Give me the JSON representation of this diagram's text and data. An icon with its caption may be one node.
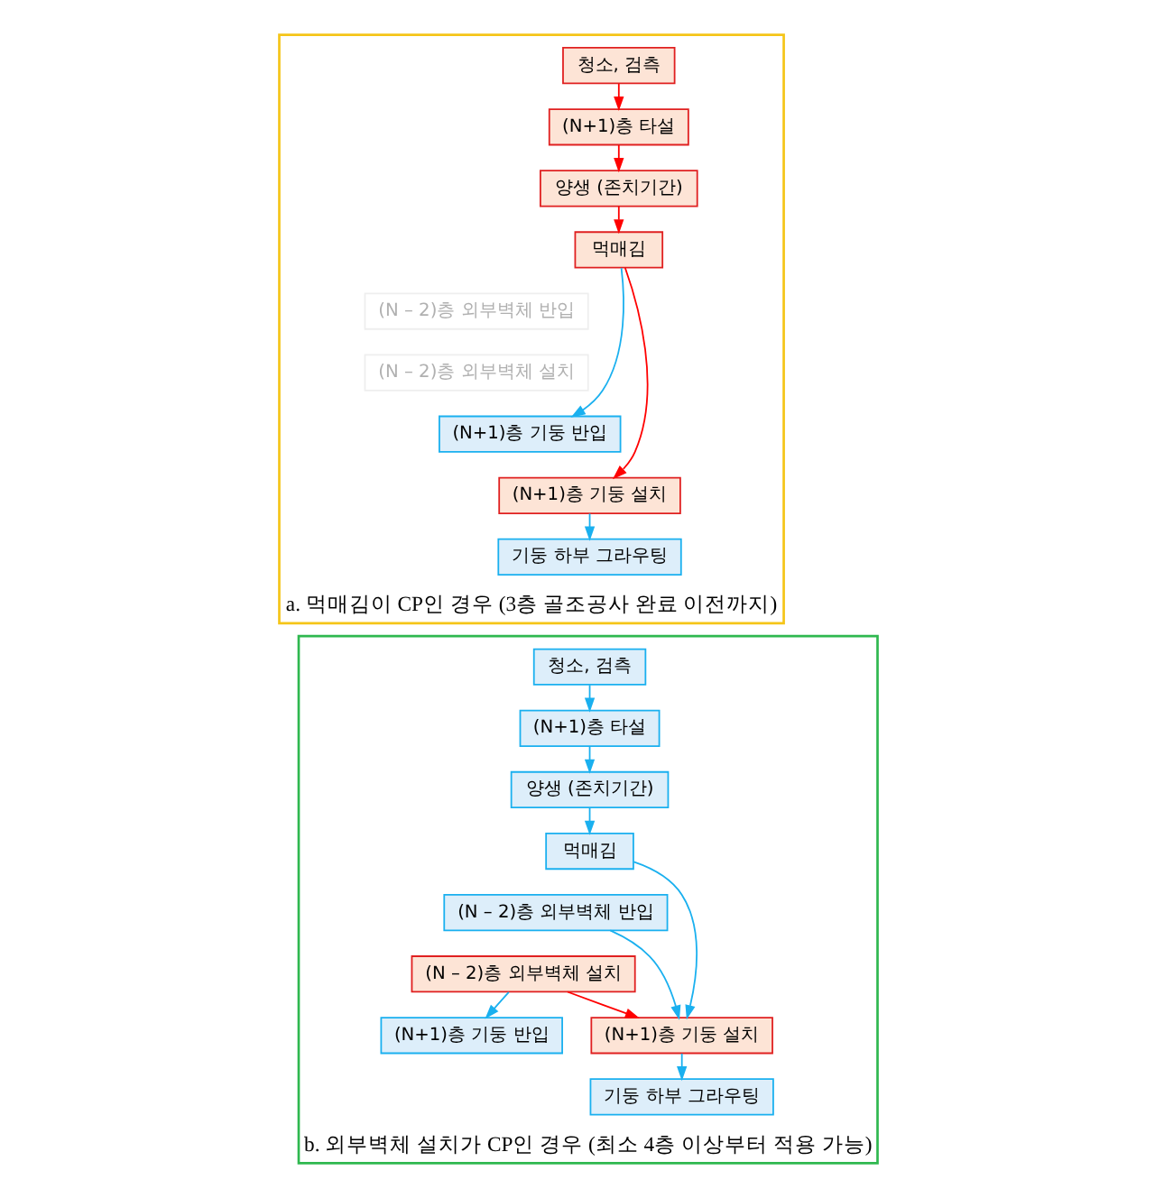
{
  "diagram": {
    "nodes": [
      {
        "text": [
          "a. 먹매김이 CP인 경우 (3층 골조공사 완료 이전까지)"
        ]
      },
      {
        "text": [
          "청소, 검측"
        ],
        "in": 0
      },
      {
        "text": [
          "(N+1)층 타설"
        ],
        "in": 0
      },
      {
        "text": [
          "양생 (존치기간)"
        ],
        "in": 0
      },
      {
        "text": [
          "먹매김"
        ],
        "in": 0
      },
      {
        "text": [
          "(N – 2)층 외부벽체 반입"
        ],
        "in": 0
      },
      {
        "text": [
          "(N – 2)층 외부벽체 설치"
        ],
        "in": 0
      },
      {
        "text": [
          "(N+1)층 기둥 반입"
        ],
        "in": 0
      },
      {
        "text": [
          "(N+1)층 기둥 설치"
        ],
        "in": 0
      },
      {
        "text": [
          "기둥 하부 그라우팅"
        ],
        "in": 0
      },
      {
        "text": [
          "b. 외부벽체 설치가 CP인 경우 (최소 4층 이상부터 적용 가능)"
        ]
      },
      {
        "text": [
          "청소, 검측"
        ],
        "in": 10
      },
      {
        "text": [
          "(N+1)층 타설"
        ],
        "in": 10
      },
      {
        "text": [
          "양생 (존치기간)"
        ],
        "in": 10
      },
      {
        "text": [
          "먹매김"
        ],
        "in": 10
      },
      {
        "text": [
          "(N – 2)층 외부벽체 반입"
        ],
        "in": 10
      },
      {
        "text": [
          "(N – 2)층 외부벽체 설치"
        ],
        "in": 10
      },
      {
        "text": [
          "(N+1)층 기둥 반입"
        ],
        "in": 10
      },
      {
        "text": [
          "(N+1)층 기둥 설치"
        ],
        "in": 10
      },
      {
        "text": [
          "기둥 하부 그라우팅"
        ],
        "in": 10
      }
    ],
    "edges": [
      {
        "from": 1,
        "to": 2,
        "arrow": "to",
        "color": "#ff0000"
      },
      {
        "from": 2,
        "to": 3,
        "arrow": "to",
        "color": "#ff0000"
      },
      {
        "from": 3,
        "to": 4,
        "arrow": "to",
        "color": "#ff0000"
      },
      {
        "from": 4,
        "to": 7,
        "arrow": "to"
      },
      {
        "from": 4,
        "to": 8,
        "arrow": "to",
        "color": "#ff0000"
      },
      {
        "from": 8,
        "to": 9,
        "arrow": "to"
      },
      {
        "from": 11,
        "to": 12,
        "arrow": "to"
      },
      {
        "from": 12,
        "to": 13,
        "arrow": "to"
      },
      {
        "from": 13,
        "to": 14,
        "arrow": "to"
      },
      {
        "from": 14,
        "to": 18,
        "arrow": "to"
      },
      {
        "from": 15,
        "to": 18,
        "arrow": "to"
      },
      {
        "from": 16,
        "to": 17,
        "arrow": "to"
      },
      {
        "from": 16,
        "to": 18,
        "arrow": "to",
        "color": "#ff0000"
      },
      {
        "from": 18,
        "to": 19,
        "arrow": "to"
      }
    ]
  }
}
